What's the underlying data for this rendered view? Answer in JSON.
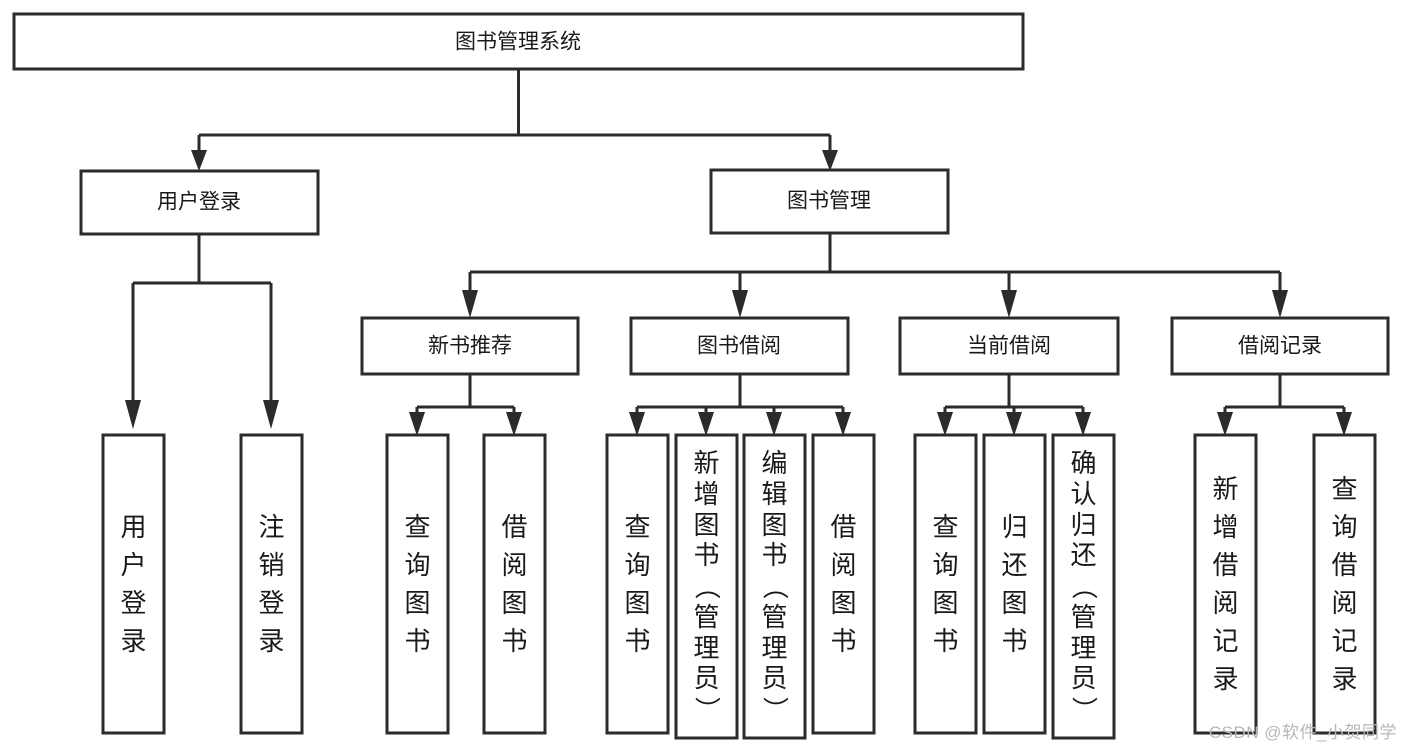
{
  "diagram": {
    "type": "tree-hierarchy",
    "title": "图书管理系统",
    "orientation": "top-down",
    "colors": {
      "stroke": "#2b2b2b",
      "fill": "#ffffff",
      "text": "#1a1a1a",
      "watermark": "#b8b8b8",
      "background": "#ffffff"
    },
    "root": {
      "label": "图书管理系统"
    },
    "level1": [
      {
        "label": "用户登录"
      },
      {
        "label": "图书管理"
      }
    ],
    "level2": [
      {
        "label": "新书推荐"
      },
      {
        "label": "图书借阅"
      },
      {
        "label": "当前借阅"
      },
      {
        "label": "借阅记录"
      }
    ],
    "leaves": {
      "user_login": [
        "用户登录",
        "注销登录"
      ],
      "new_book_recommend": [
        "查询图书",
        "借阅图书"
      ],
      "book_borrow": [
        "查询图书",
        "新增图书（管理员）",
        "编辑图书（管理员）",
        "借阅图书"
      ],
      "current_borrow": [
        "查询图书",
        "归还图书",
        "确认归还（管理员）"
      ],
      "borrow_record": [
        "新增借阅记录",
        "查询借阅记录"
      ]
    }
  },
  "watermark": {
    "text": "CSDN @软件_小贺同学"
  },
  "chart_data": {
    "type": "table",
    "title": "图书管理系统 功能结构图",
    "nodes": [
      {
        "id": "root",
        "label": "图书管理系统",
        "level": 0,
        "parent": null
      },
      {
        "id": "n1",
        "label": "用户登录",
        "level": 1,
        "parent": "root"
      },
      {
        "id": "n2",
        "label": "图书管理",
        "level": 1,
        "parent": "root"
      },
      {
        "id": "n1a",
        "label": "用户登录",
        "level": 2,
        "parent": "n1"
      },
      {
        "id": "n1b",
        "label": "注销登录",
        "level": 2,
        "parent": "n1"
      },
      {
        "id": "n2a",
        "label": "新书推荐",
        "level": 2,
        "parent": "n2"
      },
      {
        "id": "n2b",
        "label": "图书借阅",
        "level": 2,
        "parent": "n2"
      },
      {
        "id": "n2c",
        "label": "当前借阅",
        "level": 2,
        "parent": "n2"
      },
      {
        "id": "n2d",
        "label": "借阅记录",
        "level": 2,
        "parent": "n2"
      },
      {
        "id": "n2a1",
        "label": "查询图书",
        "level": 3,
        "parent": "n2a"
      },
      {
        "id": "n2a2",
        "label": "借阅图书",
        "level": 3,
        "parent": "n2a"
      },
      {
        "id": "n2b1",
        "label": "查询图书",
        "level": 3,
        "parent": "n2b"
      },
      {
        "id": "n2b2",
        "label": "新增图书（管理员）",
        "level": 3,
        "parent": "n2b"
      },
      {
        "id": "n2b3",
        "label": "编辑图书（管理员）",
        "level": 3,
        "parent": "n2b"
      },
      {
        "id": "n2b4",
        "label": "借阅图书",
        "level": 3,
        "parent": "n2b"
      },
      {
        "id": "n2c1",
        "label": "查询图书",
        "level": 3,
        "parent": "n2c"
      },
      {
        "id": "n2c2",
        "label": "归还图书",
        "level": 3,
        "parent": "n2c"
      },
      {
        "id": "n2c3",
        "label": "确认归还（管理员）",
        "level": 3,
        "parent": "n2c"
      },
      {
        "id": "n2d1",
        "label": "新增借阅记录",
        "level": 3,
        "parent": "n2d"
      },
      {
        "id": "n2d2",
        "label": "查询借阅记录",
        "level": 3,
        "parent": "n2d"
      }
    ]
  }
}
